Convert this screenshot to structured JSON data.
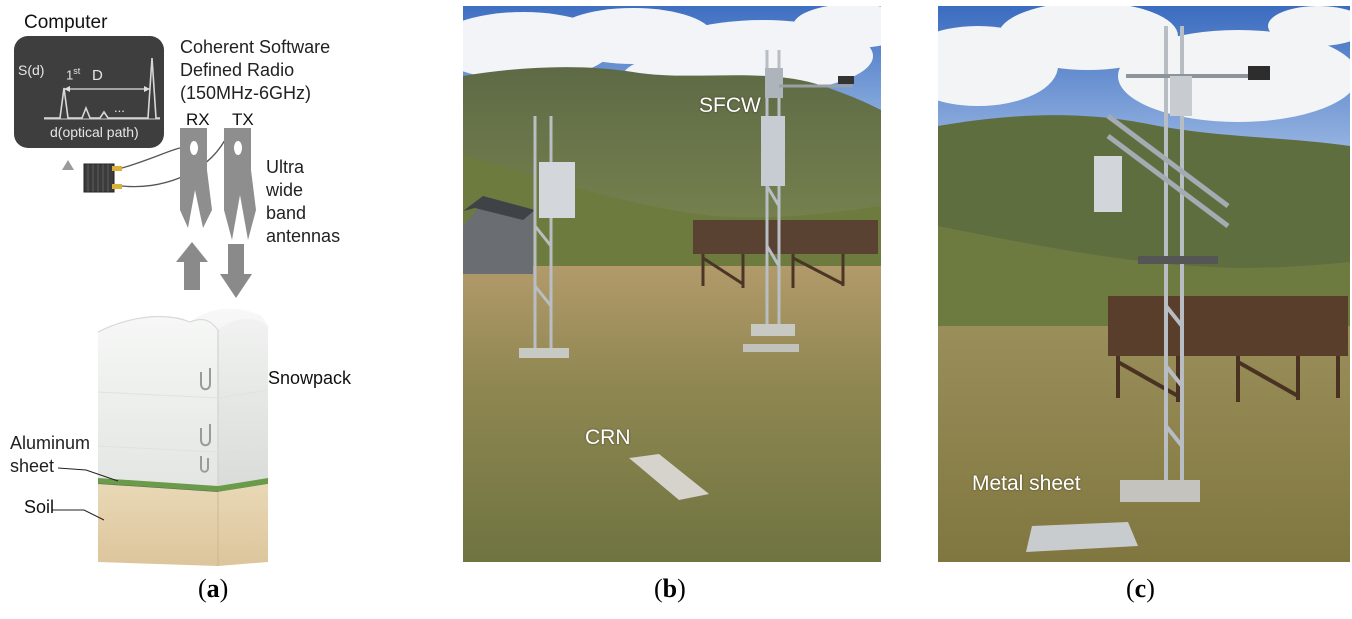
{
  "panel_a": {
    "computer_label": "Computer",
    "screen": {
      "y_axis": "S(d)",
      "peak_label_base": "1",
      "peak_label_sup": "st",
      "span_label": "D",
      "ellipsis": "...",
      "x_axis": "d(optical path)"
    },
    "radio_label_lines": [
      "Coherent Software",
      "Defined Radio",
      "(150MHz-6GHz)"
    ],
    "rx_label": "RX",
    "tx_label": "TX",
    "antenna_label_lines": [
      "Ultra",
      "wide",
      "band",
      "antennas"
    ],
    "snowpack_label": "Snowpack",
    "aluminum_label_lines": [
      "Aluminum",
      "sheet"
    ],
    "soil_label": "Soil"
  },
  "panel_b": {
    "sfcw_label": "SFCW",
    "crn_label": "CRN"
  },
  "panel_c": {
    "metal_label": "Metal sheet"
  },
  "captions": {
    "a": "a",
    "b": "b",
    "c": "c"
  },
  "colors": {
    "screen_bg": "#3e3e3e",
    "antenna_gray": "#8e8e8e",
    "snow": "#eef0ee",
    "grass_layer": "#6a9a4a",
    "soil": "#e6d3b0",
    "sky": "#3f6fc2",
    "meadow": "#8a7d4e"
  }
}
